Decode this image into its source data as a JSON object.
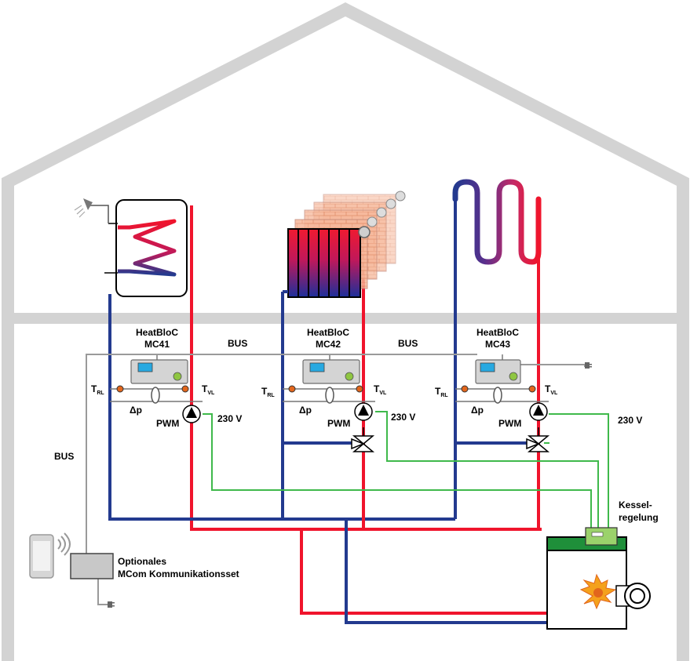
{
  "modules": [
    {
      "name": "HeatBloC",
      "model": "MC41"
    },
    {
      "name": "HeatBloC",
      "model": "MC42"
    },
    {
      "name": "HeatBloC",
      "model": "MC43"
    }
  ],
  "labels": {
    "bus": "BUS",
    "t": "T",
    "rl_sub": "RL",
    "vl_sub": "VL",
    "delta_p": "Δp",
    "pwm": "PWM",
    "voltage": "230 V",
    "kessel_line1": "Kessel-",
    "kessel_line2": "regelung",
    "mcom_line1": "Optionales",
    "mcom_line2": "MCom Kommunikationsset"
  },
  "colors": {
    "supply_pipe": "#f0142c",
    "return_pipe": "#233a8f",
    "power_wire": "#3fb94b",
    "bus_wire": "#9a9a9a",
    "house_outline": "#d3d3d3",
    "boiler_top": "#1f8f3a"
  },
  "icons": [
    "shower-icon",
    "smartphone-icon",
    "wifi-icon",
    "plug-icon",
    "flame-icon",
    "pump-icon",
    "mixing-valve-icon",
    "temperature-sensor-icon"
  ]
}
